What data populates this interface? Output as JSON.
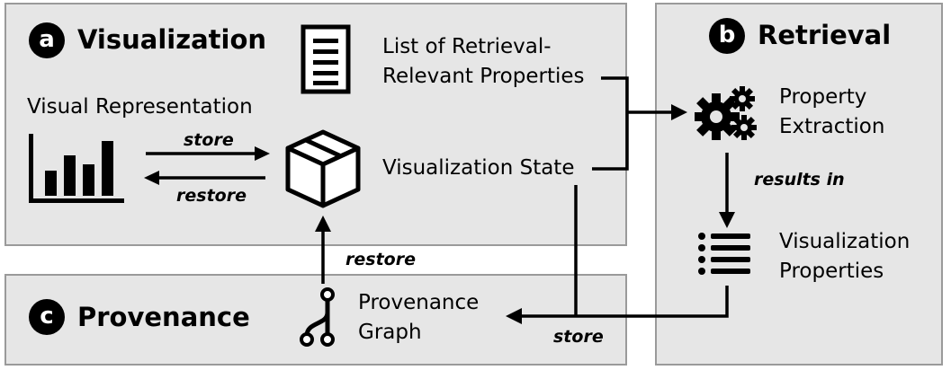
{
  "panels": {
    "visualization": {
      "badge": "a",
      "title": "Visualization"
    },
    "retrieval": {
      "badge": "b",
      "title": "Retrieval"
    },
    "provenance": {
      "badge": "c",
      "title": "Provenance"
    }
  },
  "nodes": {
    "visual_representation": "Visual Representation",
    "retrieval_list_line1": "List of Retrieval-",
    "retrieval_list_line2": "Relevant Properties",
    "visualization_state": "Visualization State",
    "property_extraction_line1": "Property",
    "property_extraction_line2": "Extraction",
    "visualization_properties_line1": "Visualization",
    "visualization_properties_line2": "Properties",
    "provenance_graph_line1": "Provenance",
    "provenance_graph_line2": "Graph"
  },
  "edges": {
    "store_top": "store",
    "restore_top": "restore",
    "results_in": "results in",
    "restore_vertical": "restore",
    "store_bottom": "store"
  },
  "icons": {
    "bar_chart": "bar-chart-icon",
    "document": "document-list-icon",
    "box": "box-icon",
    "gears": "gears-icon",
    "list": "list-icon",
    "graph": "branch-graph-icon"
  },
  "colors": {
    "panel_fill": "#e6e6e6",
    "panel_border": "#9a9a9a",
    "ink": "#000000"
  }
}
